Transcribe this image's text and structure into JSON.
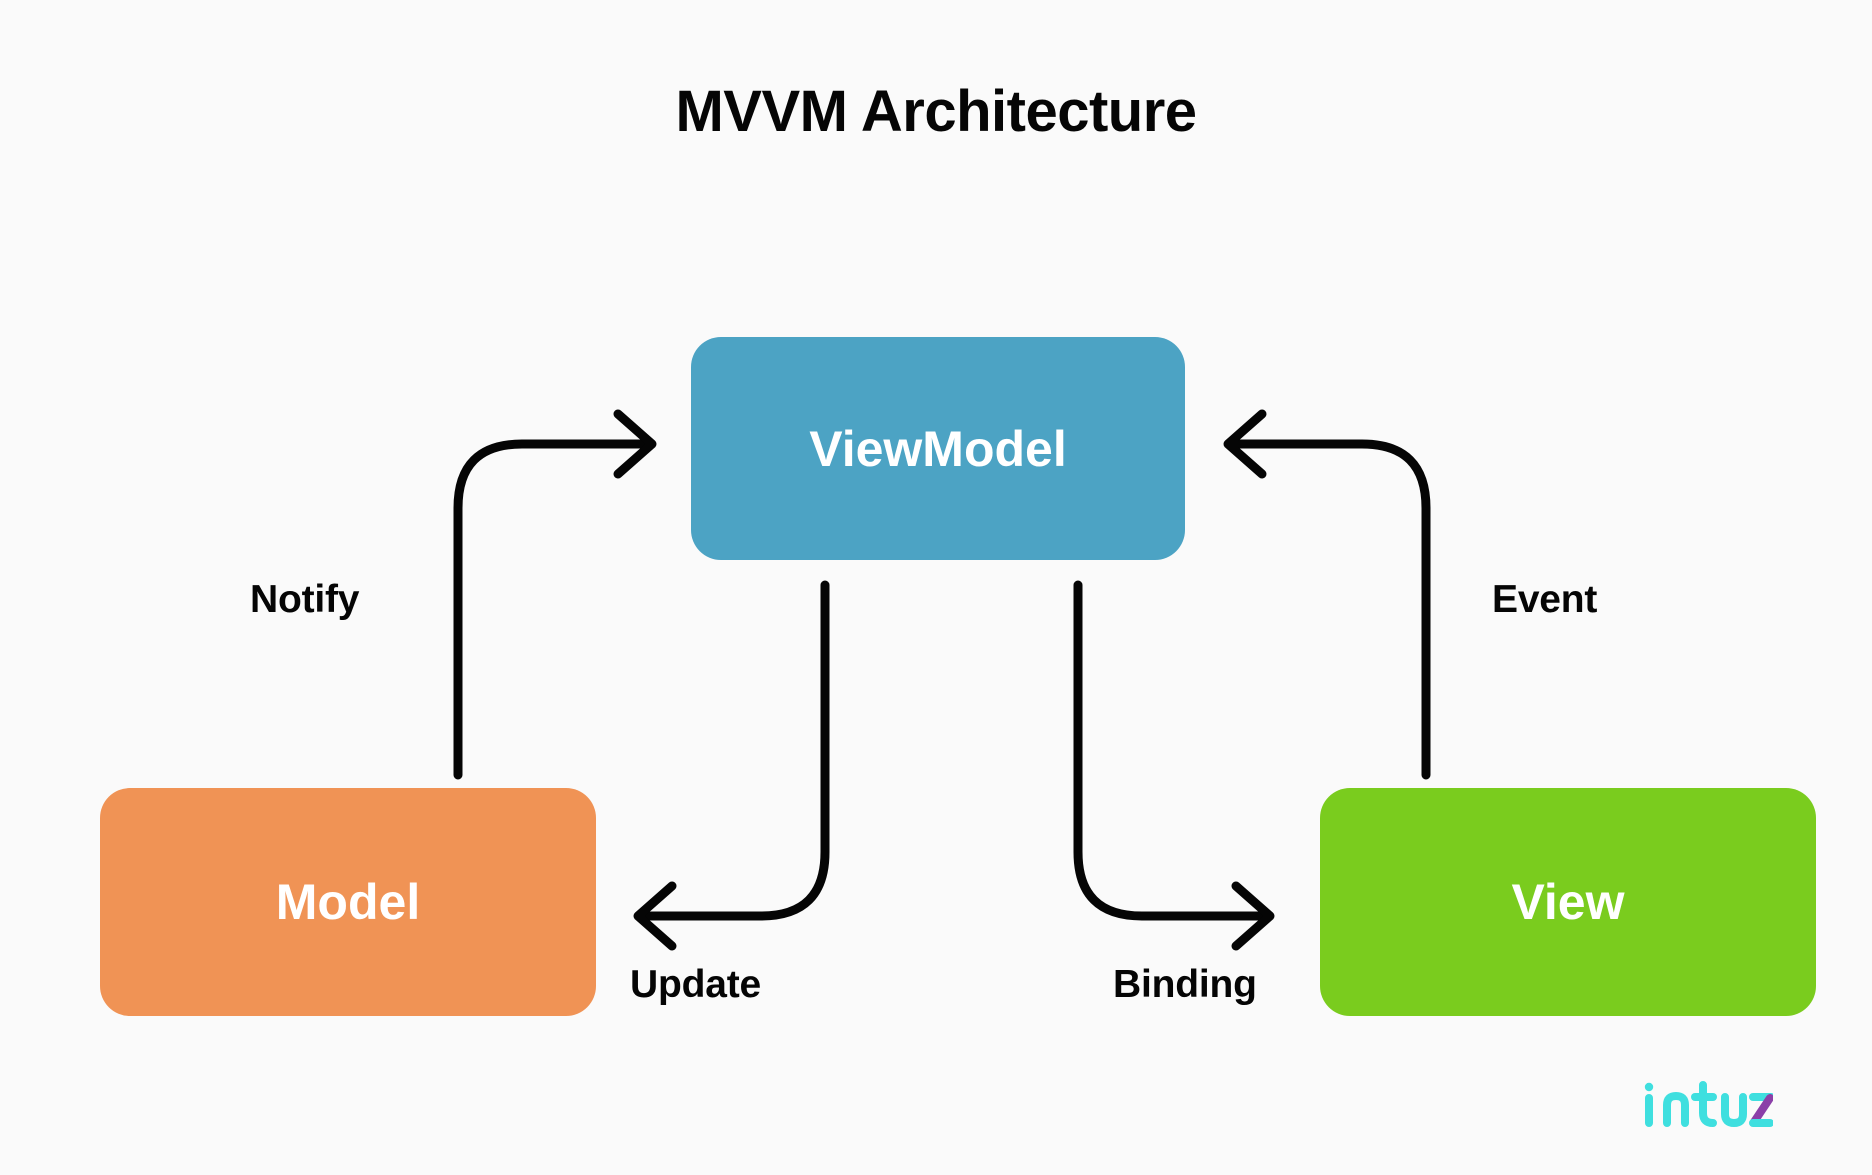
{
  "page": {
    "title": "MVVM Architecture",
    "background_color": "#FAFAFA",
    "text_color": "#050505"
  },
  "nodes": [
    {
      "id": "viewmodel",
      "label": "ViewModel",
      "color": "#4CA3C4",
      "text_color": "#FFFFFF"
    },
    {
      "id": "model",
      "label": "Model",
      "color": "#F09355",
      "text_color": "#FFFFFF"
    },
    {
      "id": "view",
      "label": "View",
      "color": "#7ACC1E",
      "text_color": "#FFFFFF"
    }
  ],
  "edges": [
    {
      "id": "notify",
      "label": "Notify",
      "from": "model",
      "to": "viewmodel",
      "direction": "up-right"
    },
    {
      "id": "event",
      "label": "Event",
      "from": "view",
      "to": "viewmodel",
      "direction": "up-left"
    },
    {
      "id": "update",
      "label": "Update",
      "from": "viewmodel",
      "to": "model",
      "direction": "down-left"
    },
    {
      "id": "binding",
      "label": "Binding",
      "from": "viewmodel",
      "to": "view",
      "direction": "down-right"
    }
  ],
  "brand": {
    "name": "intuz",
    "primary_color": "#3FDFDF",
    "accent_color": "#8B3FA8"
  }
}
